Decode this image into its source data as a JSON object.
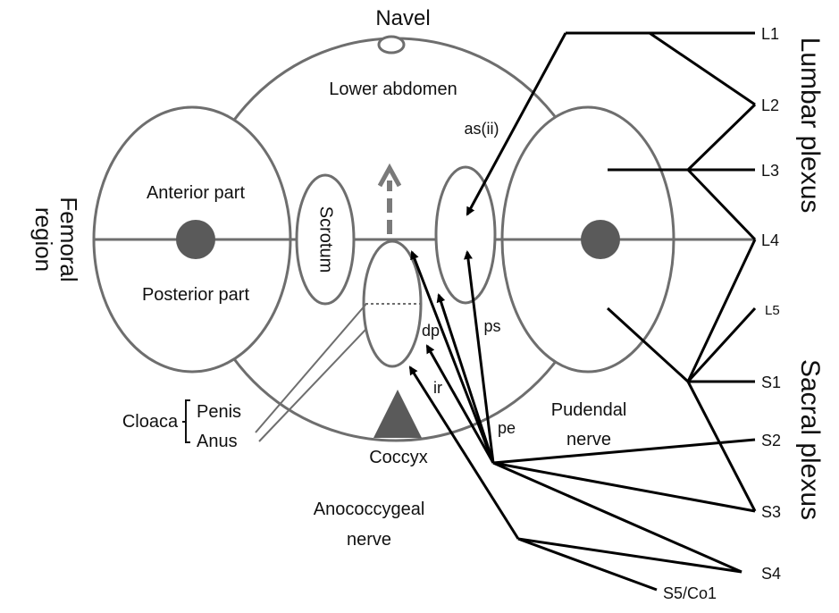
{
  "labels": {
    "navel": "Navel",
    "lower_abdomen": "Lower abdomen",
    "femoral_region_line1": "Femoral",
    "femoral_region_line2": "region",
    "anterior_part": "Anterior part",
    "posterior_part": "Posterior part",
    "scrotum": "Scrotum",
    "cloaca": "Cloaca",
    "penis": "Penis",
    "anus": "Anus",
    "coccyx": "Coccyx",
    "anococcygeal_line1": "Anococcygeal",
    "anococcygeal_line2": "nerve",
    "pudendal_line1": "Pudendal",
    "pudendal_line2": "nerve",
    "lumbar_plexus": "Lumbar plexus",
    "sacral_plexus": "Sacral plexus"
  },
  "nerve_branches": {
    "as": "as(ii)",
    "ps": "ps",
    "dp": "dp",
    "ir": "ir",
    "pe": "pe"
  },
  "spinal_levels": {
    "L1": "L1",
    "L2": "L2",
    "L3": "L3",
    "L4": "L4",
    "L5": "L5",
    "S1": "S1",
    "S2": "S2",
    "S3": "S3",
    "S4": "S4",
    "S5": "S5/Co1"
  },
  "colors": {
    "outline": "#6e6e6e",
    "nerve": "#000000",
    "marker": "#5a5a5a",
    "dashed_arrow": "#7a7a7a"
  }
}
